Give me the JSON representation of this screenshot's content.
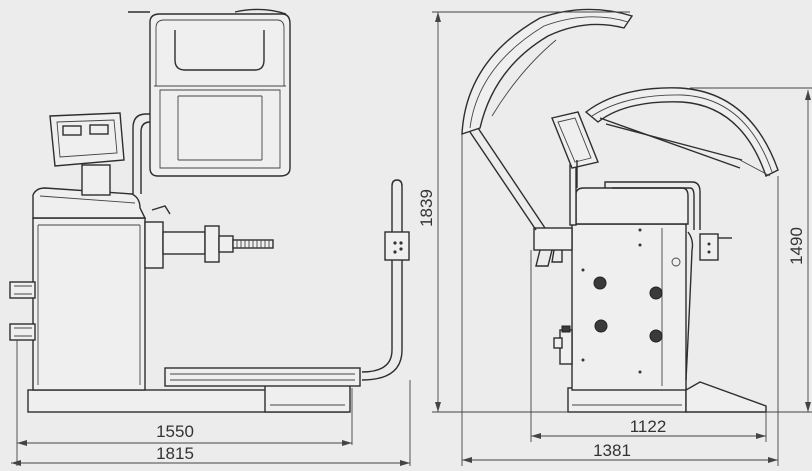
{
  "dimensions": {
    "depth_base": "1550",
    "depth_total": "1815",
    "height_open": "1839",
    "height_closed": "1490",
    "width_base": "1122",
    "width_total": "1381"
  },
  "colors": {
    "background": "#ececec",
    "line": "#2e2e2e"
  }
}
